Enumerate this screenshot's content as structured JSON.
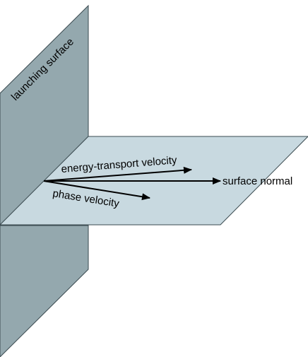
{
  "labels": {
    "launching_surface": "launching surface",
    "energy_transport_velocity": "energy-transport velocity",
    "surface_normal": "surface normal",
    "phase_velocity": "phase velocity"
  },
  "colors": {
    "launching_plane_fill": "#94a8ae",
    "horizontal_plane_fill": "#c8d9e0",
    "outline": "#3a4a50",
    "arrow": "#000000"
  }
}
